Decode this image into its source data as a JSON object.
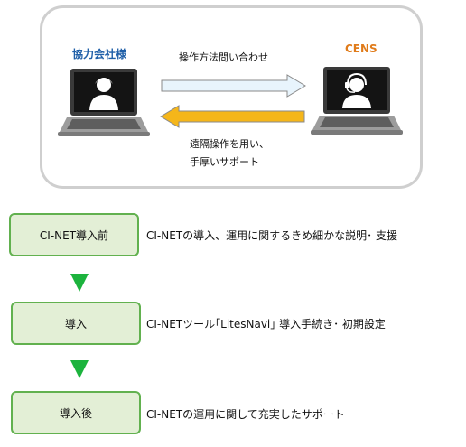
{
  "diagram": {
    "top": {
      "left_party": "協力会社様",
      "right_party": "CENS",
      "arrow_right_caption": "操作方法問い合わせ",
      "arrow_left_caption_line1": "遠隔操作を用い、",
      "arrow_left_caption_line2": "手厚いサポート",
      "colors": {
        "left_party": "#1f5fa8",
        "right_party": "#e07b1a",
        "arrow_right_fill": "#e8f4fc",
        "arrow_left_fill": "#f5b61a"
      }
    },
    "steps": [
      {
        "label": "CI-NET導入前",
        "description": "CI-NETの導入、運用に関するきめ細かな説明･ 支援"
      },
      {
        "label": "導入",
        "description": "CI-NETツール｢LitesNavi｣ 導入手続き･ 初期設定"
      },
      {
        "label": "導入後",
        "description": "CI-NETの運用に関して充実したサポート"
      }
    ],
    "colors": {
      "step_fill": "#e3efd6",
      "step_border": "#62b14f",
      "flow_arrow": "#1cb33d"
    }
  }
}
